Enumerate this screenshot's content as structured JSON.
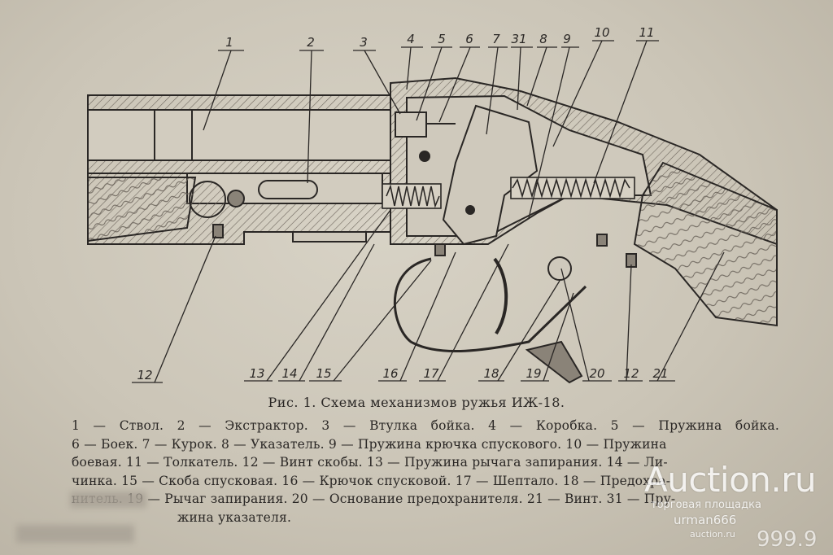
{
  "callouts": {
    "top": [
      "1",
      "2",
      "3",
      "4",
      "5",
      "6",
      "7",
      "31",
      "8",
      "9",
      "10",
      "11"
    ],
    "bottom": [
      "12",
      "13",
      "14",
      "15",
      "16",
      "17",
      "18",
      "19",
      "20",
      "12",
      "21"
    ]
  },
  "caption": "Рис. 1. Схема механизмов ружья ИЖ-18.",
  "legend_lines": [
    "1 — Ствол. 2 — Экстрактор. 3 — Втулка бойка. 4 — Коробка. 5 — Пружина бойка.",
    "6 — Боек. 7 — Курок. 8 — Указатель. 9 — Пружина крючка спускового. 10 — Пружина",
    "боевая. 11 — Толкатель. 12 — Винт скобы. 13 — Пружина рычага запирания. 14 — Ли-",
    "чинка. 15 — Скоба спусковая. 16 — Крючок спусковой. 17 — Шептало. 18 — Предохра-",
    "нитель. 19 — Рычаг запирания. 20 — Основание предохранителя. 21 — Винт. 31 — Пру-",
    "жина указателя."
  ],
  "watermark": {
    "logo": "Auction.ru",
    "sub": "торговая площадка",
    "user": "urman666",
    "site": "auction.ru",
    "price": "999.9"
  },
  "colors": {
    "paper": "#cbc5b7",
    "ink": "#2a2725",
    "hatch": "#6f685f"
  }
}
